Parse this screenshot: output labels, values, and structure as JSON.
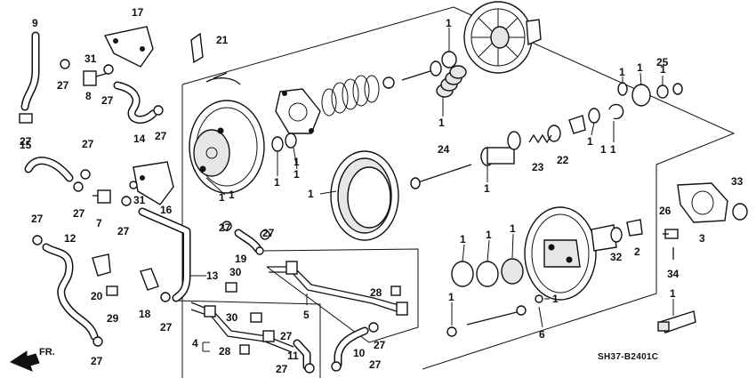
{
  "diagram": {
    "code": "SH37-B2401C",
    "direction_label": "FR.",
    "callouts": {
      "c1": "1",
      "c2": "1",
      "c3": "1",
      "c4": "1",
      "c5": "1",
      "c6": "1",
      "c7": "1",
      "c8": "1",
      "c9": "1",
      "c10": "1",
      "c11": "1",
      "c12": "1",
      "c13": "1",
      "c14": "1",
      "c15": "1",
      "c16": "1",
      "c17": "1",
      "c18": "1",
      "c19": "1",
      "c20": "1",
      "c21": "1",
      "c22": "2",
      "c23": "3",
      "c24": "4",
      "c25": "5",
      "c26": "6",
      "c27": "7",
      "c28": "8",
      "c29": "9",
      "c30": "10",
      "c31": "11",
      "c32": "12",
      "c33": "13",
      "c34": "14",
      "c35": "15",
      "c36": "16",
      "c37": "17",
      "c38": "18",
      "c39": "19",
      "c40": "20",
      "c41": "21",
      "c42": "22",
      "c43": "23",
      "c44": "24",
      "c45": "25",
      "c46": "26",
      "c47": "27",
      "c48": "27",
      "c49": "27",
      "c50": "27",
      "c51": "27",
      "c52": "27",
      "c53": "27",
      "c54": "27",
      "c55": "27",
      "c56": "27",
      "c57": "27",
      "c58": "27",
      "c59": "27",
      "c60": "27",
      "c61": "27",
      "c62": "27",
      "c63": "28",
      "c64": "28",
      "c65": "29",
      "c66": "30",
      "c67": "30",
      "c68": "31",
      "c69": "31",
      "c70": "32",
      "c71": "33",
      "c72": "34"
    }
  }
}
